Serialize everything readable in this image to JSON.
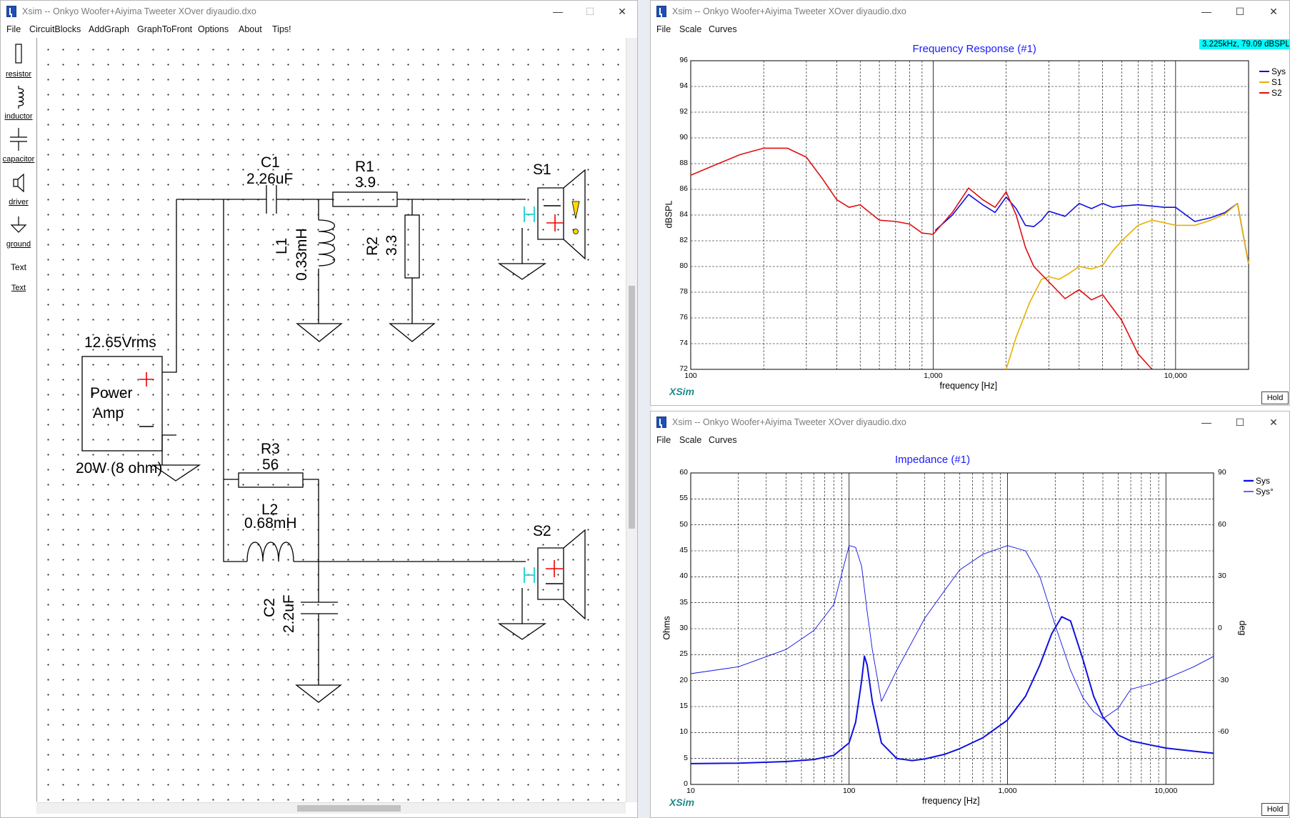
{
  "colors": {
    "sys": "#1010e0",
    "s1": "#e6b000",
    "s2": "#e01010",
    "grid": "#000000",
    "title": "#1a1aff"
  },
  "schematic_window": {
    "title": "Xsim -- Onkyo Woofer+Aiyima Tweeter XOver diyaudio.dxo",
    "menu": [
      "File",
      "CircuitBlocks",
      "AddGraph",
      "GraphToFront",
      "Options",
      "About",
      "Tips!"
    ],
    "tools": [
      "resistor",
      "inductor",
      "capacitor",
      "driver",
      "ground",
      "Text",
      "Text"
    ],
    "components": {
      "c1": {
        "name": "C1",
        "value": "2.26uF"
      },
      "r1": {
        "name": "R1",
        "value": "3.9"
      },
      "l1": {
        "name": "L1",
        "value": "0.33mH"
      },
      "r2": {
        "name": "R2",
        "value": "3.3"
      },
      "s1": {
        "name": "S1"
      },
      "amp": {
        "voltage": "12.65Vrms",
        "line1": "Power",
        "line2": "Amp",
        "rating": "20W (8 ohm)"
      },
      "r3": {
        "name": "R3",
        "value": "56"
      },
      "l2": {
        "name": "L2",
        "value": "0.68mH"
      },
      "c2": {
        "name": "C2",
        "value": "2.2uF"
      },
      "s2": {
        "name": "S2"
      }
    }
  },
  "freq_window": {
    "title": "Xsim -- Onkyo Woofer+Aiyima Tweeter XOver diyaudio.dxo",
    "menu": [
      "File",
      "Scale",
      "Curves"
    ],
    "readout": "3.225kHz, 79.09 dBSPL",
    "brand": "XSim",
    "hold": "Hold"
  },
  "imp_window": {
    "title": "Xsim -- Onkyo Woofer+Aiyima Tweeter XOver diyaudio.dxo",
    "menu": [
      "File",
      "Scale",
      "Curves"
    ],
    "brand": "XSim",
    "hold": "Hold"
  },
  "chart_data": [
    {
      "type": "line",
      "title": "Frequency Response (#1)",
      "xlabel": "frequency [Hz]",
      "ylabel": "dBSPL",
      "xscale": "log",
      "xlim": [
        100,
        20000
      ],
      "ylim": [
        72,
        96
      ],
      "xticks": [
        "100",
        "1,000",
        "10,000"
      ],
      "yticks": [
        "72",
        "74",
        "76",
        "78",
        "80",
        "82",
        "84",
        "86",
        "88",
        "90",
        "92",
        "94",
        "96"
      ],
      "legend": "top-right",
      "series": [
        {
          "name": "Sys",
          "x": [
            1020,
            1200,
            1400,
            1600,
            1800,
            2000,
            2200,
            2400,
            2600,
            2800,
            3000,
            3500,
            4000,
            4500,
            5000,
            5500,
            6000,
            7000,
            8000,
            9000,
            10000,
            12000,
            14000,
            16000,
            18000,
            20000
          ],
          "y": [
            82.8,
            84.0,
            85.6,
            84.8,
            84.2,
            85.4,
            84.5,
            83.2,
            83.1,
            83.6,
            84.3,
            83.9,
            84.9,
            84.5,
            84.9,
            84.6,
            84.7,
            84.8,
            84.7,
            84.6,
            84.6,
            83.5,
            83.8,
            84.2,
            84.9,
            80.2
          ]
        },
        {
          "name": "S1",
          "x": [
            2000,
            2200,
            2500,
            2800,
            3000,
            3300,
            3600,
            4000,
            4500,
            5000,
            5500,
            6000,
            7000,
            8000,
            9000,
            10000,
            12000,
            14000,
            16000,
            18000,
            20000
          ],
          "y": [
            72,
            74.5,
            77.2,
            79.0,
            79.2,
            79.0,
            79.4,
            80.0,
            79.8,
            80.1,
            81.2,
            82.0,
            83.2,
            83.6,
            83.4,
            83.2,
            83.2,
            83.6,
            84.1,
            84.9,
            80.2
          ]
        },
        {
          "name": "S2",
          "x": [
            100,
            130,
            160,
            200,
            250,
            300,
            350,
            400,
            450,
            500,
            600,
            700,
            800,
            900,
            1000,
            1200,
            1400,
            1600,
            1800,
            2000,
            2200,
            2400,
            2600,
            3000,
            3500,
            4000,
            4500,
            5000,
            6000,
            7000,
            8000
          ],
          "y": [
            87.1,
            88.0,
            88.7,
            89.2,
            89.2,
            88.5,
            86.8,
            85.2,
            84.6,
            84.8,
            83.6,
            83.5,
            83.3,
            82.6,
            82.5,
            84.2,
            86.1,
            85.2,
            84.6,
            85.8,
            84.0,
            81.5,
            80.0,
            78.8,
            77.5,
            78.2,
            77.4,
            77.8,
            75.8,
            73.2,
            72.0
          ]
        }
      ]
    },
    {
      "type": "line",
      "title": "Impedance (#1)",
      "xlabel": "frequency [Hz]",
      "ylabel": "Ohms",
      "y2label": "deg",
      "xscale": "log",
      "xlim": [
        10,
        20000
      ],
      "ylim": [
        0,
        60
      ],
      "y2lim": [
        -90,
        90
      ],
      "xticks": [
        "10",
        "100",
        "1,000",
        "10,000"
      ],
      "yticks": [
        "0",
        "5",
        "10",
        "15",
        "20",
        "25",
        "30",
        "35",
        "40",
        "45",
        "50",
        "55",
        "60"
      ],
      "y2ticks": [
        "-60",
        "-30",
        "0",
        "30",
        "60",
        "90"
      ],
      "legend": "top-right",
      "series": [
        {
          "name": "Sys",
          "axis": "left",
          "x": [
            10,
            20,
            40,
            60,
            80,
            100,
            110,
            120,
            125,
            130,
            140,
            160,
            200,
            250,
            300,
            400,
            500,
            700,
            1000,
            1300,
            1600,
            1900,
            2200,
            2500,
            3000,
            3500,
            4000,
            5000,
            6000,
            8000,
            10000,
            15000,
            20000
          ],
          "y": [
            4.0,
            4.1,
            4.4,
            4.8,
            5.6,
            8.0,
            12.0,
            20.0,
            24.7,
            23.0,
            16.0,
            8.0,
            5.0,
            4.6,
            4.9,
            5.8,
            6.9,
            9.0,
            12.4,
            17.0,
            23.0,
            29.0,
            32.3,
            31.5,
            24.0,
            17.0,
            13.0,
            9.5,
            8.4,
            7.6,
            7.0,
            6.4,
            6.0
          ]
        },
        {
          "name": "Sys°",
          "axis": "right",
          "x": [
            10,
            20,
            40,
            60,
            80,
            100,
            110,
            120,
            130,
            140,
            160,
            200,
            300,
            400,
            500,
            700,
            1000,
            1300,
            1600,
            2000,
            2500,
            3000,
            3500,
            4000,
            5000,
            6000,
            8000,
            10000,
            15000,
            20000
          ],
          "y": [
            -26,
            -22,
            -12,
            -1,
            14,
            48,
            47,
            36,
            10,
            -12,
            -42,
            -24,
            6,
            22,
            34,
            43,
            48,
            45,
            30,
            2,
            -24,
            -40,
            -48,
            -52,
            -46,
            -35,
            -32,
            -29,
            -22,
            -16
          ]
        }
      ]
    }
  ]
}
